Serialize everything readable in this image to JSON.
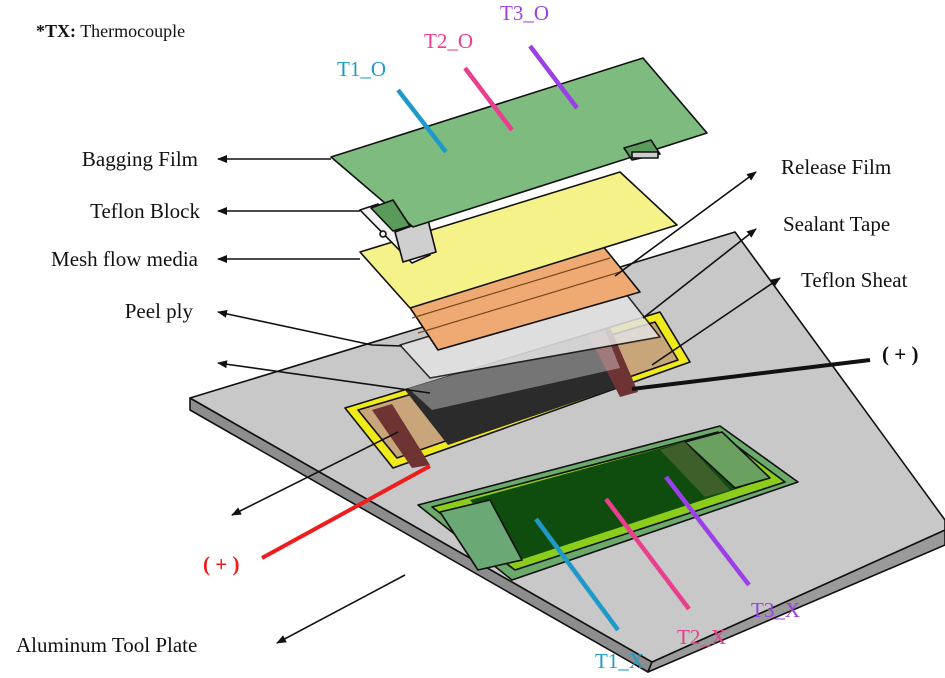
{
  "note": {
    "prefix": "*TX:",
    "text": "Thermocouple"
  },
  "labels_left": {
    "bagging_film": "Bagging Film",
    "teflon_block": "Teflon Block",
    "mesh_flow_media": "Mesh flow media",
    "peel_ply": "Peel ply",
    "aluminum_tool_plate": "Aluminum Tool Plate"
  },
  "labels_right": {
    "release_film": "Release Film",
    "sealant_tape": "Sealant Tape",
    "teflon_sheat": "Teflon Sheat"
  },
  "electrodes": {
    "positive_black": "( + )",
    "positive_red": "( + )"
  },
  "thermocouples": {
    "top": [
      {
        "label": "T1_O",
        "color": "#1f9ac8"
      },
      {
        "label": "T2_O",
        "color": "#ea3e8e"
      },
      {
        "label": "T3_O",
        "color": "#9b3fe8"
      }
    ],
    "bottom": [
      {
        "label": "T1_X",
        "color": "#1f9ac8"
      },
      {
        "label": "T2_X",
        "color": "#ea3e8e"
      },
      {
        "label": "T3_X",
        "color": "#9b3fe8"
      }
    ]
  },
  "colors": {
    "bagging_film": "#7dbb7f",
    "mesh_flow_media": "#f5f28a",
    "release_film": "#eeaa72",
    "peel_ply": "#dcdcdc",
    "aluminum_plate": "#c8c8c8",
    "sealant_tape": "#f0ea1a",
    "teflon_sheat": "#c8a67a",
    "carbon_laminate": "#2b2b2b",
    "electrode_strip": "#6e3434",
    "red_lead": "#ee1c1c",
    "assembled_green": "#0f4d0f"
  }
}
